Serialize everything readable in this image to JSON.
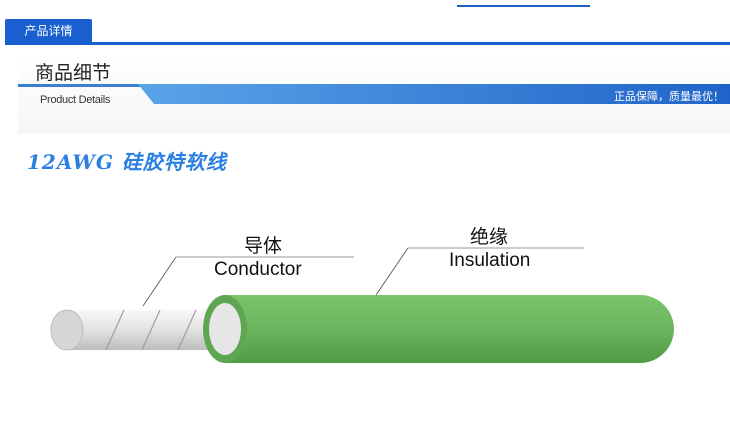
{
  "tab": {
    "label": "产品详情"
  },
  "section": {
    "title": "商品细节",
    "subtitle": "Product Details",
    "slogan": "正品保障，质量最优！"
  },
  "product": {
    "title": "12AWG 硅胶特软线"
  },
  "diagram": {
    "conductor_cn": "导体",
    "conductor_en": "Conductor",
    "insulation_cn": "绝缘",
    "insulation_en": "Insulation"
  },
  "colors": {
    "accent": "#1a5fd0",
    "insulation": "#6cb55e",
    "title": "#2a7fe0"
  }
}
